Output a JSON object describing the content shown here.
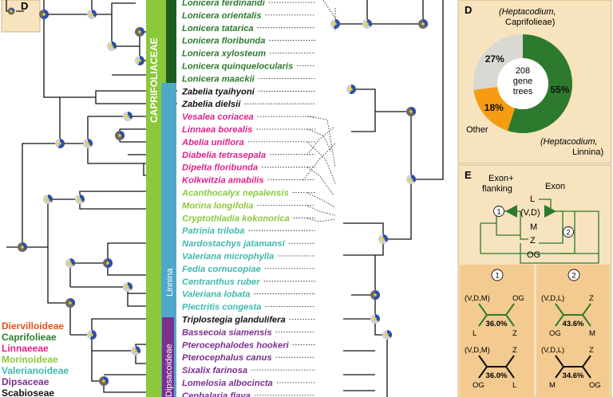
{
  "colors": {
    "caprifolieae": "#2d7a2e",
    "linnaeeae": "#e0218a",
    "morinoideae": "#8cc83c",
    "valerianoideae": "#3fb8b0",
    "dipsaceae": "#7b2f8e",
    "diervilloideae": "#e0521d",
    "black": "#111111",
    "panel_bg": "#f7e3bd",
    "pie_green": "#2d7a2e",
    "pie_orange": "#f59c12",
    "pie_grey": "#d8d9d2"
  },
  "panel_d": {
    "letter": "D",
    "top_label_line1": "(Heptacodium,",
    "top_label_line2": "Caprifolieae)",
    "center_line1": "208",
    "center_line2": "gene",
    "center_line3": "trees",
    "other_label": "Other",
    "bottom_label_line1": "(Heptacodium,",
    "bottom_label_line2": "Linnina)",
    "slices": [
      {
        "name": "(Heptacodium, Caprifolieae)",
        "percent": 55,
        "label": "55%",
        "color": "#2d7a2e"
      },
      {
        "name": "(Heptacodium, Linnina)",
        "percent": 18,
        "label": "18%",
        "color": "#f59c12"
      },
      {
        "name": "Other",
        "percent": 27,
        "label": "27%",
        "color": "#d8d9d2"
      }
    ]
  },
  "panel_e": {
    "letter": "E",
    "exon_flanking_line1": "Exon+",
    "exon_flanking_line2": "flanking",
    "exon_label": "Exon",
    "node_l": "L",
    "node_vd": "(V,D)",
    "node_m": "M",
    "node_z": "Z",
    "node_og": "OG",
    "circle_1": "1",
    "circle_2": "2",
    "quartets": [
      {
        "top_left": "(V,D,M)",
        "top_right": "OG",
        "bottom_left": "L",
        "bottom_right": "Z",
        "percent": "36.0%"
      },
      {
        "top_left": "(V,D,L)",
        "top_right": "Z",
        "bottom_left": "OG",
        "bottom_right": "M",
        "percent": "43.6%"
      },
      {
        "top_left": "(V,D,M)",
        "top_right": "Z",
        "bottom_left": "OG",
        "bottom_right": "L",
        "percent": "36.0%"
      },
      {
        "top_left": "(V,D,L)",
        "top_right": "Z",
        "bottom_left": "M",
        "bottom_right": "OG",
        "percent": "34.6%"
      }
    ]
  },
  "inset_panel_letter": "D",
  "clade_labels": {
    "caprifoliaceae": "CAPRIFOLIACEAE",
    "linnina": "Linnina",
    "dipsacoideae": "Dipsacoideae"
  },
  "legend": [
    {
      "label": "Diervilloideae",
      "color": "#e0521d"
    },
    {
      "label": "Caprifolieae",
      "color": "#2d7a2e"
    },
    {
      "label": "Linnaeeae",
      "color": "#e0218a"
    },
    {
      "label": "Morinoideae",
      "color": "#8cc83c"
    },
    {
      "label": "Valerianoideae",
      "color": "#3fb8b0"
    },
    {
      "label": "Dipsaceae",
      "color": "#7b2f8e"
    },
    {
      "label": "Scabioseae",
      "color": "#111111"
    }
  ],
  "taxa": [
    {
      "name": "Lonicera ferdinandi",
      "color": "#2d7a2e"
    },
    {
      "name": "Lonicera orientalis",
      "color": "#2d7a2e"
    },
    {
      "name": "Lonicera tatarica",
      "color": "#2d7a2e"
    },
    {
      "name": "Lonicera floribunda",
      "color": "#2d7a2e"
    },
    {
      "name": "Lonicera xylosteum",
      "color": "#2d7a2e"
    },
    {
      "name": "Lonicera quinquelocularis",
      "color": "#2d7a2e"
    },
    {
      "name": "Lonicera maackii",
      "color": "#2d7a2e"
    },
    {
      "name": "Zabelia tyaihyoni",
      "color": "#111111"
    },
    {
      "name": "Zabelia dielsii",
      "color": "#111111"
    },
    {
      "name": "Vesalea coriacea",
      "color": "#e0218a"
    },
    {
      "name": "Linnaea borealis",
      "color": "#e0218a"
    },
    {
      "name": "Abelia uniflora",
      "color": "#e0218a"
    },
    {
      "name": "Diabelia tetrasepala",
      "color": "#e0218a"
    },
    {
      "name": "Dipelta floribunda",
      "color": "#e0218a"
    },
    {
      "name": "Kolkwitzia amabilis",
      "color": "#e0218a"
    },
    {
      "name": "Acanthocalyx nepalensis",
      "color": "#8cc83c"
    },
    {
      "name": "Morina longifolia",
      "color": "#8cc83c"
    },
    {
      "name": "Cryptothladia kokonorica",
      "color": "#8cc83c"
    },
    {
      "name": "Patrinia triloba",
      "color": "#3fb8b0"
    },
    {
      "name": "Nardostachys jatamansi",
      "color": "#3fb8b0"
    },
    {
      "name": "Valeriana microphylla",
      "color": "#3fb8b0"
    },
    {
      "name": "Fedia cornucopiae",
      "color": "#3fb8b0"
    },
    {
      "name": "Centranthus ruber",
      "color": "#3fb8b0"
    },
    {
      "name": "Valeriana lobata",
      "color": "#3fb8b0"
    },
    {
      "name": "Plectritis congesta",
      "color": "#3fb8b0"
    },
    {
      "name": "Triplostegia glandulifera",
      "color": "#111111"
    },
    {
      "name": "Bassecoia siamensis",
      "color": "#7b2f8e"
    },
    {
      "name": "Pterocephalodes hookeri",
      "color": "#7b2f8e"
    },
    {
      "name": "Pterocephalus canus",
      "color": "#7b2f8e"
    },
    {
      "name": "Sixalix farinosa",
      "color": "#7b2f8e"
    },
    {
      "name": "Lomelosia albocincta",
      "color": "#7b2f8e"
    },
    {
      "name": "Cephalaria flava",
      "color": "#7b2f8e"
    }
  ]
}
